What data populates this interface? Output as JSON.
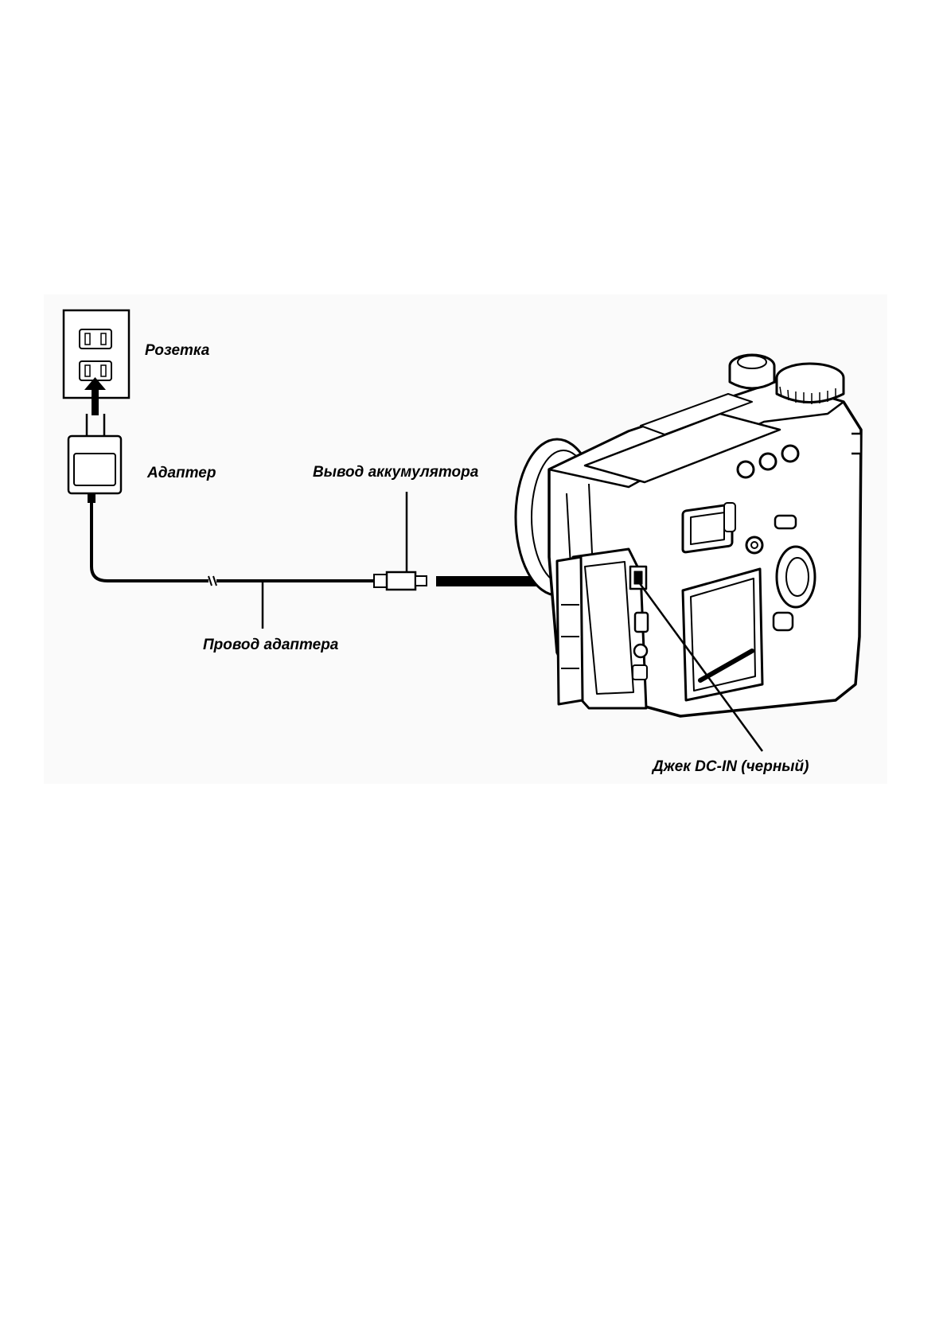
{
  "diagram": {
    "labels": {
      "outlet": "Розетка",
      "adapter": "Адаптер",
      "battery_terminal": "Вывод аккумулятора",
      "adapter_cord": "Провод адаптера",
      "dc_in_jack": "Джек DC-IN (черный)"
    },
    "colors": {
      "ink": "#000000",
      "paper": "#ffffff",
      "figure_background": "#fafafa"
    },
    "icons": {
      "outlet": "wall-outlet-icon",
      "adapter": "ac-adapter-icon",
      "plug": "dc-plug-icon",
      "camera": "digital-camera-icon",
      "insert_arrow": "arrow-right-icon",
      "plug_in_arrow": "arrow-up-icon"
    }
  }
}
